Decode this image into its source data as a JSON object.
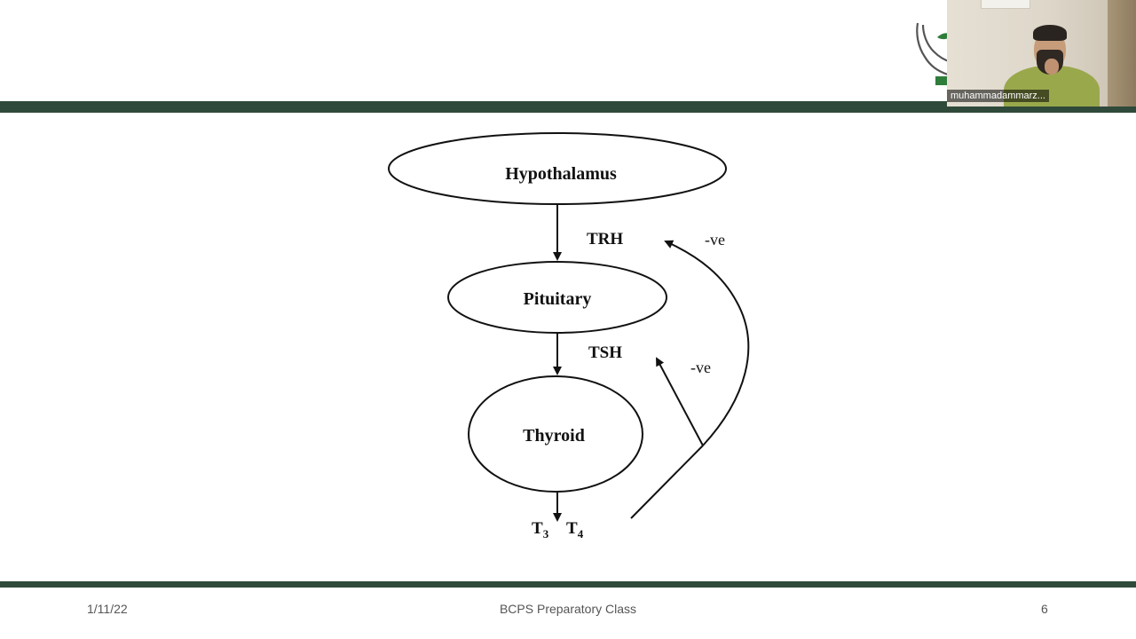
{
  "slide": {
    "diagram": {
      "nodes": {
        "hypothalamus": "Hypothalamus",
        "pituitary": "Pituitary",
        "thyroid": "Thyroid"
      },
      "hormones": {
        "trh": "TRH",
        "tsh": "TSH",
        "t3_base": "T",
        "t3_sub": "3",
        "t4_base": "T",
        "t4_sub": "4"
      },
      "feedback": {
        "upper": "-ve",
        "lower": "-ve"
      }
    },
    "footer": {
      "date": "1/11/22",
      "title": "BCPS Preparatory Class",
      "page": "6"
    }
  },
  "video": {
    "participant_name": "muhammadammarz..."
  },
  "colors": {
    "band": "#2f4a3a",
    "logo_green": "#2e7d3a",
    "diagram_ink": "#111111"
  },
  "icons": {
    "logo": "hand-leaf-icon"
  }
}
